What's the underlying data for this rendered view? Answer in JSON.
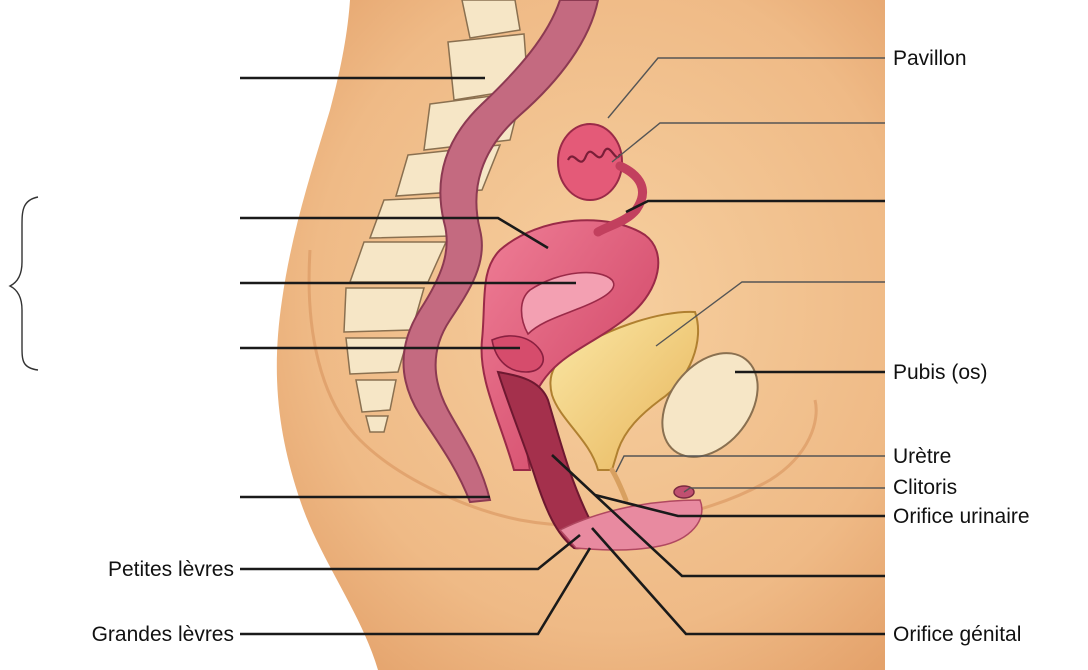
{
  "labels": {
    "pavillon": "Pavillon",
    "pubis": "Pubis (os)",
    "uretre": "Urètre",
    "clitoris": "Clitoris",
    "orifice_urinaire": "Orifice urinaire",
    "orifice_genital": "Orifice génital",
    "petites_levres": "Petites lèvres",
    "grandes_levres": "Grandes lèvres"
  },
  "colors": {
    "skin": "#f1c08e",
    "skin_shade": "#e3a46c",
    "rectum": "#c46a80",
    "uterus": "#e05a78",
    "bladder": "#f2d27a",
    "bone": "#f6e6c6"
  }
}
